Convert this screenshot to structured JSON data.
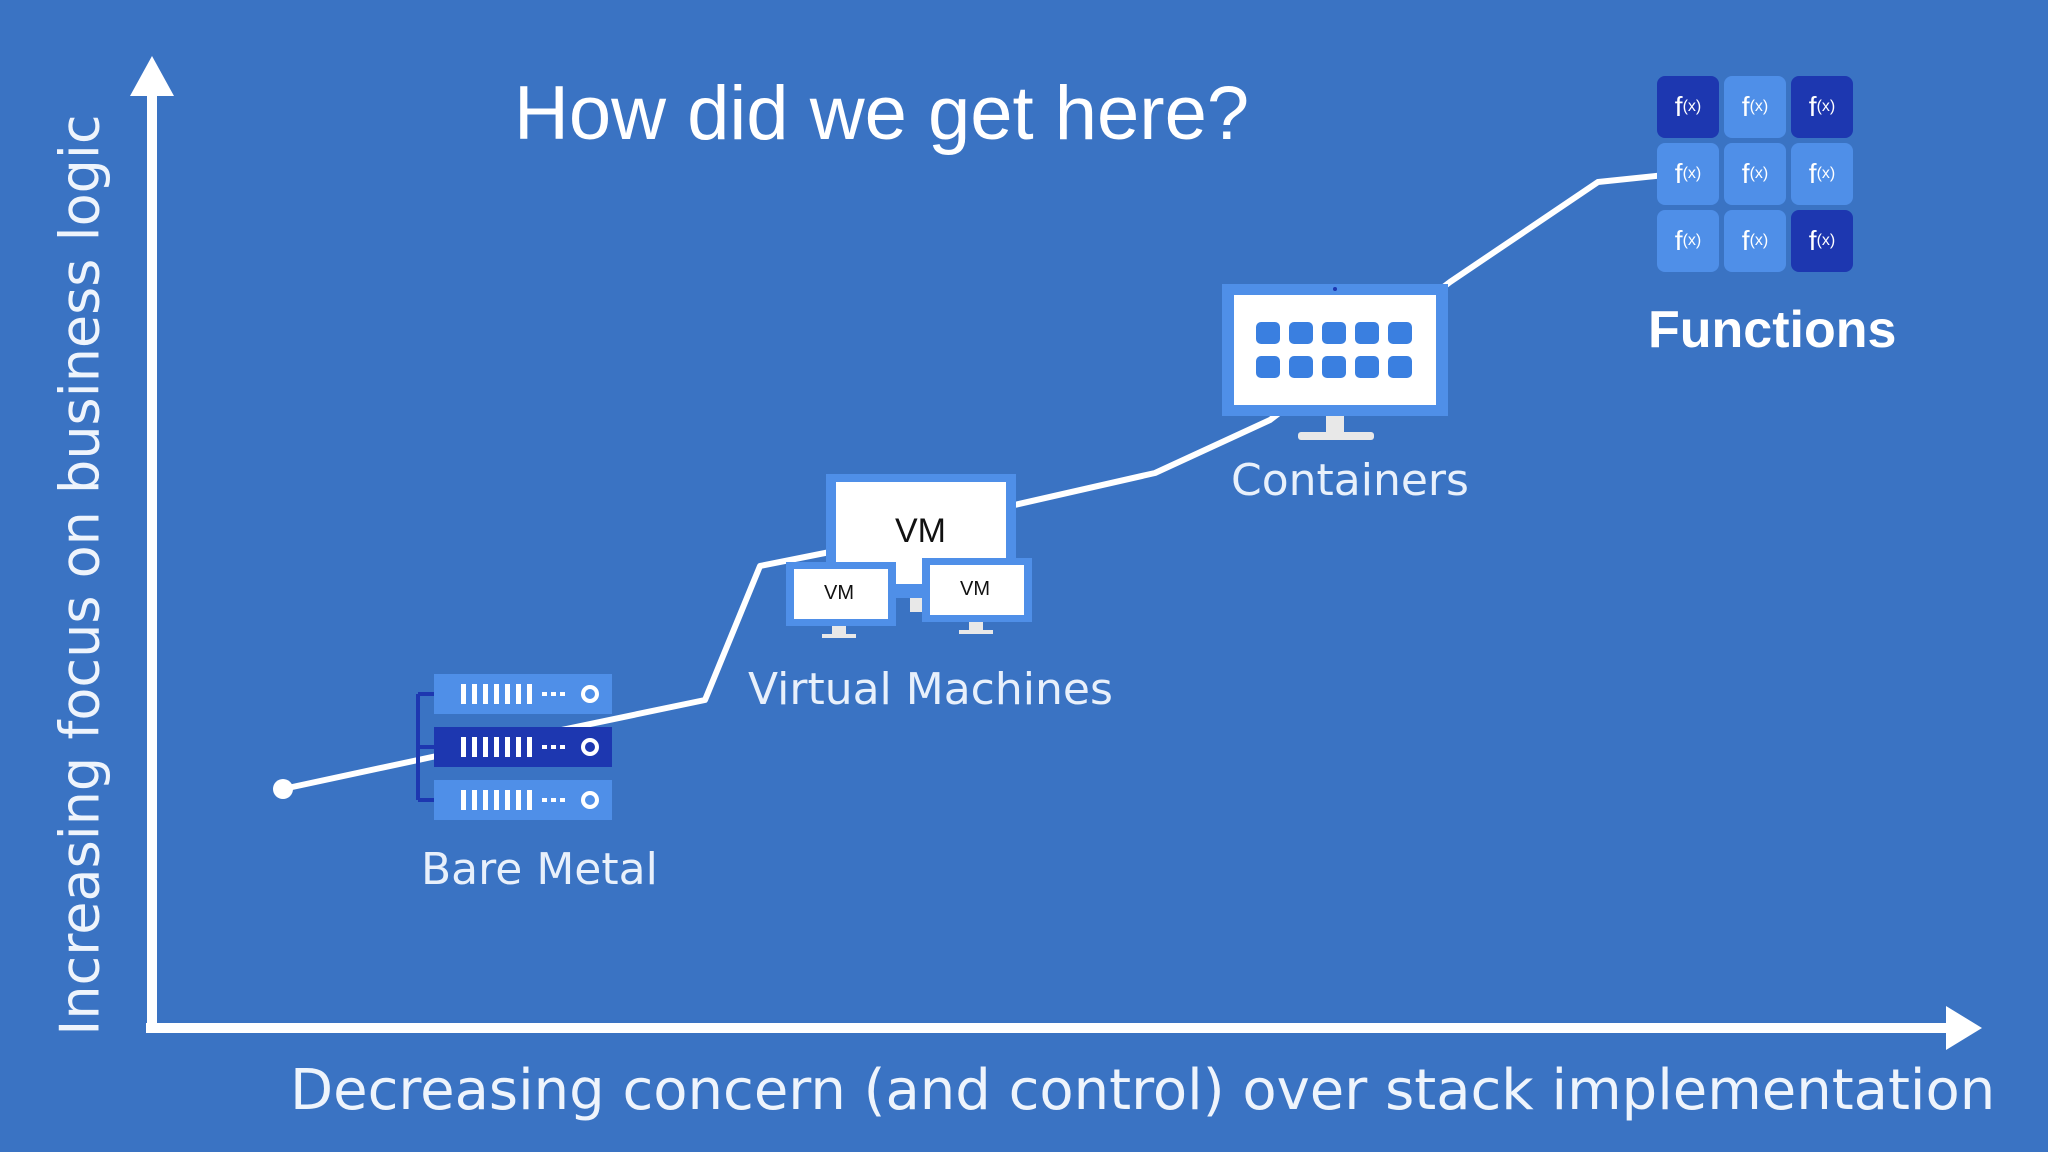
{
  "title": "How did we get here?",
  "axes": {
    "y_label": "Increasing focus on business logic",
    "x_label": "Decreasing concern (and control) over stack implementation"
  },
  "stages": {
    "bare_metal": "Bare Metal",
    "virtual_machines": "Virtual Machines",
    "containers": "Containers",
    "functions": "Functions"
  },
  "vm": {
    "main": "VM",
    "small_left": "VM",
    "small_right": "VM"
  },
  "functions_grid": {
    "tile_text": "f",
    "tile_sub": "(x)",
    "tiles": [
      "dark",
      "light",
      "dark",
      "light",
      "light",
      "light",
      "light",
      "light",
      "dark"
    ]
  },
  "colors": {
    "background": "#3a73c3",
    "accent_light": "#4f8fe8",
    "accent_dark": "#1d37b0",
    "line": "#ffffff"
  }
}
